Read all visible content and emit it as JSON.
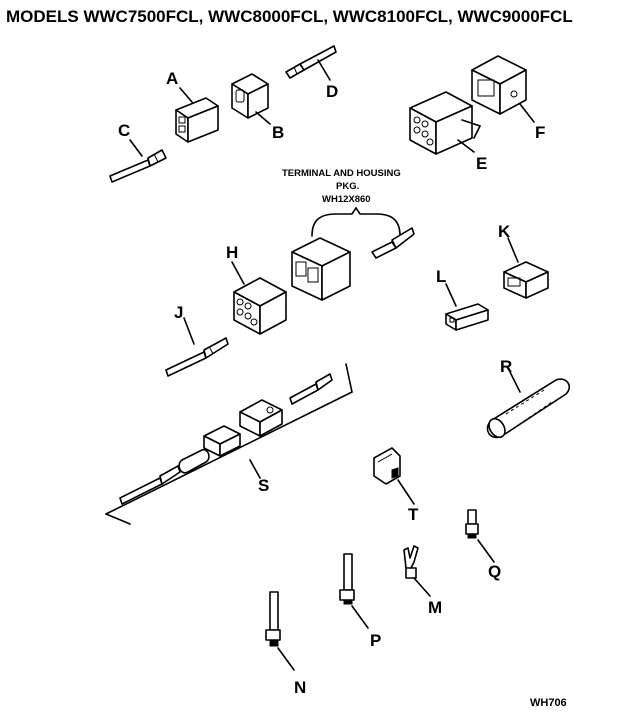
{
  "title": "MODELS WWC7500FCL, WWC8000FCL, WWC8100FCL, WWC9000FCL",
  "package_note": {
    "line1": "TERMINAL AND HOUSING",
    "line2": "PKG.",
    "line3": "WH12X860"
  },
  "drawing_code": "WH706",
  "callouts": {
    "a": "A",
    "b": "B",
    "c": "C",
    "d": "D",
    "e": "E",
    "f": "F",
    "h": "H",
    "j": "J",
    "k": "K",
    "l": "L",
    "m": "M",
    "n": "N",
    "p": "P",
    "q": "Q",
    "r": "R",
    "s": "S",
    "t": "T"
  }
}
